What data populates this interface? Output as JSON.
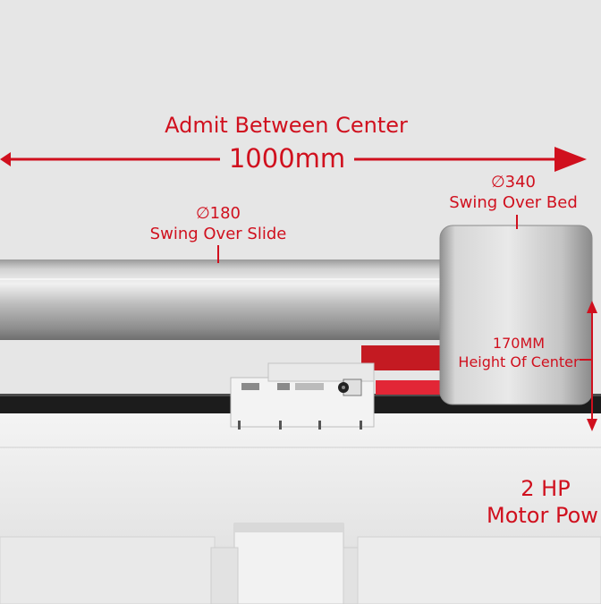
{
  "annotations": {
    "admit_title": "Admit Between Center",
    "admit_value": "1000mm",
    "swing_slide_value": "∅180",
    "swing_slide_label": "Swing Over Slide",
    "swing_bed_value": "∅340",
    "swing_bed_label": "Swing Over Bed",
    "center_height_value": "170MM",
    "center_height_label": "Height Of Center",
    "motor_value": "2 HP",
    "motor_label": "Motor Pow"
  },
  "colors": {
    "accent_red": "#d0101e",
    "background": "#e6e6e6",
    "steel": "#b9b9b9",
    "bed_dark": "#1c1c1c"
  }
}
